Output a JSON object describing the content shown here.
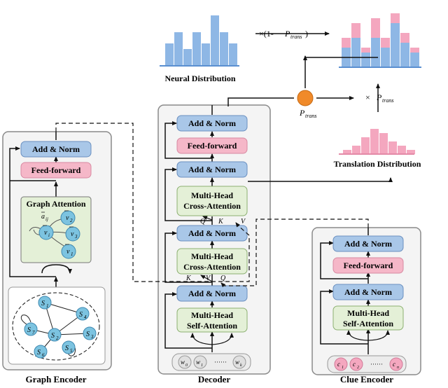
{
  "colors": {
    "blue_block": "#a9c7e8",
    "pink_block": "#f5b7c8",
    "green_block": "#e4f0d7",
    "panel_border": "#8a8a8a",
    "panel_fill": "#f4f4f4",
    "orange_gate": "#f08a2a",
    "node_fill": "#7cc3e0",
    "hist_blue": "#8eb7e5",
    "hist_pink": "#f4a7bf",
    "line": "#111111"
  },
  "graph_encoder": {
    "title": "Graph Encoder",
    "add_norm": "Add & Norm",
    "feed_forward": "Feed-forward",
    "graph_attention": "Graph Attention",
    "attn_nodes": [
      {
        "label": "v",
        "sub": "i",
        "bar": true
      },
      {
        "label": "v",
        "sub": "2",
        "bar": true
      },
      {
        "label": "v",
        "sub": "3",
        "bar": true
      },
      {
        "label": "v",
        "sub": "1",
        "bar": true
      }
    ],
    "attn_weight": {
      "label": "a",
      "sub": "ij"
    },
    "graph_nodes": [
      {
        "label": "S",
        "sub": "1"
      },
      {
        "label": "S",
        "sub": "2"
      },
      {
        "label": "S",
        "sub": "3"
      },
      {
        "label": "S",
        "sub": "4"
      },
      {
        "label": "S",
        "sub": "5"
      },
      {
        "label": "S",
        "sub": "6"
      },
      {
        "label": "S",
        "sub": "7"
      }
    ]
  },
  "decoder": {
    "title": "Decoder",
    "add_norm_top": "Add & Norm",
    "feed_forward": "Feed-forward",
    "add_norm_2": "Add & Norm",
    "cross_attention_1": [
      "Multi-Head",
      "Cross-Attention"
    ],
    "add_norm_3": "Add & Norm",
    "cross_attention_2": [
      "Multi-Head",
      "Cross-Attention"
    ],
    "add_norm_4": "Add & Norm",
    "self_attention": [
      "Multi-Head",
      "Self-Attention"
    ],
    "qkv_top": [
      "Q",
      "K",
      "V"
    ],
    "qkv_bottom": [
      "K",
      "V",
      "Q"
    ],
    "inputs": [
      {
        "label": "w",
        "sub": "0"
      },
      {
        "label": "w",
        "sub": "1"
      },
      {
        "label": "w",
        "sub": "k"
      }
    ],
    "ellipsis": "······"
  },
  "clue_encoder": {
    "title": "Clue Encoder",
    "add_norm_top": "Add & Norm",
    "feed_forward": "Feed-forward",
    "add_norm_2": "Add & Norm",
    "self_attention": [
      "Multi-Head",
      "Self-Attention"
    ],
    "inputs": [
      {
        "label": "c",
        "sub": "1"
      },
      {
        "label": "c",
        "sub": "2"
      },
      {
        "label": "c",
        "sub": "n"
      }
    ],
    "ellipsis": "······"
  },
  "distributions": {
    "neural_label": "Neural Distribution",
    "translation_label": "Translation Distribution",
    "p_trans": {
      "label": "P",
      "sub": "trans"
    },
    "one_minus": {
      "prefix": "×(1-",
      "label": "P",
      "sub": "trans",
      "suffix": ")"
    },
    "times": {
      "prefix": "× ",
      "label": "P",
      "sub": "trans"
    },
    "neural_values": [
      4,
      6,
      3,
      6,
      4,
      9,
      6,
      4
    ],
    "translation_values": [
      1,
      2,
      4,
      6,
      5,
      3,
      2,
      1
    ],
    "final_blue_values": [
      4,
      6,
      3,
      6,
      4,
      9,
      5,
      3
    ],
    "final_pink_values": [
      2,
      3,
      1,
      4,
      2,
      2,
      2,
      1
    ]
  }
}
